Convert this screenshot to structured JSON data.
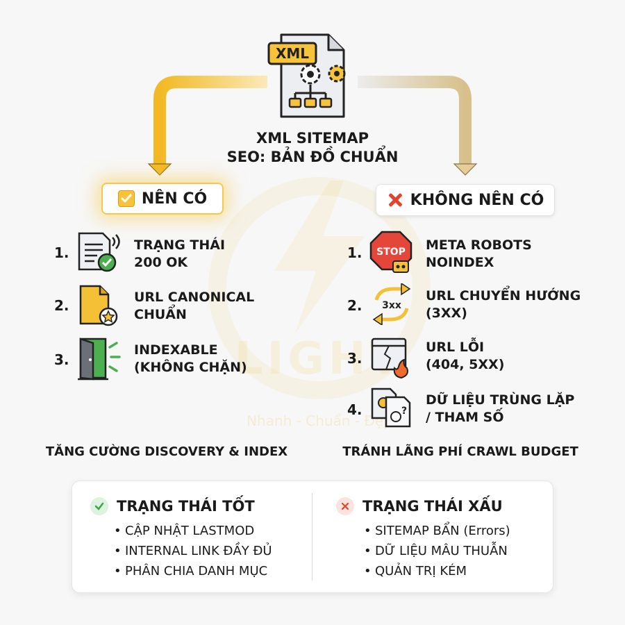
{
  "header": {
    "file_label": "XML",
    "title_line1": "XML SITEMAP",
    "title_line2": "SEO: BẢN ĐỒ CHUẨN"
  },
  "watermark": {
    "brand": "LIGHT",
    "slogan": "Nhanh - Chuẩn - Đẹp"
  },
  "left": {
    "badge": "NÊN CÓ",
    "items": [
      {
        "num": "1.",
        "line1": "TRẠNG THÁI",
        "line2": "200 OK",
        "icon": "document-check-icon"
      },
      {
        "num": "2.",
        "line1": "URL CANONICAL",
        "line2": "CHUẨN",
        "icon": "document-star-icon"
      },
      {
        "num": "3.",
        "line1": "INDEXABLE",
        "line2": "(KHÔNG CHẶN)",
        "icon": "open-door-icon"
      }
    ],
    "summary": "TĂNG CƯỜNG DISCOVERY & INDEX"
  },
  "right": {
    "badge": "KHÔNG NÊN CÓ",
    "items": [
      {
        "num": "1.",
        "line1": "META ROBOTS",
        "line2": "NOINDEX",
        "icon": "stop-sign-robot-icon",
        "icon_text": "STOP"
      },
      {
        "num": "2.",
        "line1": "URL CHUYỂN HƯỚNG",
        "line2": "(3XX)",
        "icon": "redirect-arrows-icon",
        "icon_text": "3xx"
      },
      {
        "num": "3.",
        "line1": "URL LỖI",
        "line2": "(404, 5XX)",
        "icon": "broken-page-fire-icon"
      },
      {
        "num": "4.",
        "line1": "DỮ LIỆU TRÙNG LẶP",
        "line2": "/ THAM SỐ",
        "icon": "duplicate-docs-icon"
      }
    ],
    "summary": "TRÁNH LÃNG PHÍ CRAWL BUDGET"
  },
  "status": {
    "good": {
      "title": "TRẠNG THÁI TỐT",
      "bullets": [
        "CẬP NHẬT LASTMOD",
        "INTERNAL LINK ĐẦY ĐỦ",
        "PHÂN CHIA DANH MỤC"
      ]
    },
    "bad": {
      "title": "TRẠNG THÁI XẤU",
      "bullets": [
        "SITEMAP BẨN (Errors)",
        "DỮ LIỆU MÂU THUẪN",
        "QUẢN TRỊ KÉM"
      ]
    }
  },
  "colors": {
    "accent_yellow": "#f6c33a",
    "bad_red": "#e0452e",
    "good_green": "#3aa64a",
    "bad_icon_bg": "#fde3e0",
    "good_icon_bg": "#ddf2df"
  }
}
